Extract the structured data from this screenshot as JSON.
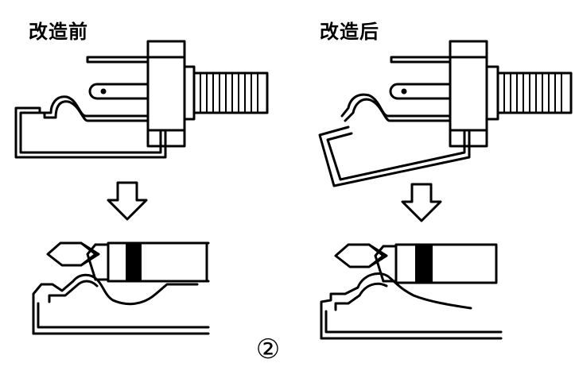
{
  "labels": {
    "before": "改造前",
    "after": "改造后"
  },
  "figure_number": "②",
  "colors": {
    "ink": "#000000",
    "background": "#ffffff"
  }
}
